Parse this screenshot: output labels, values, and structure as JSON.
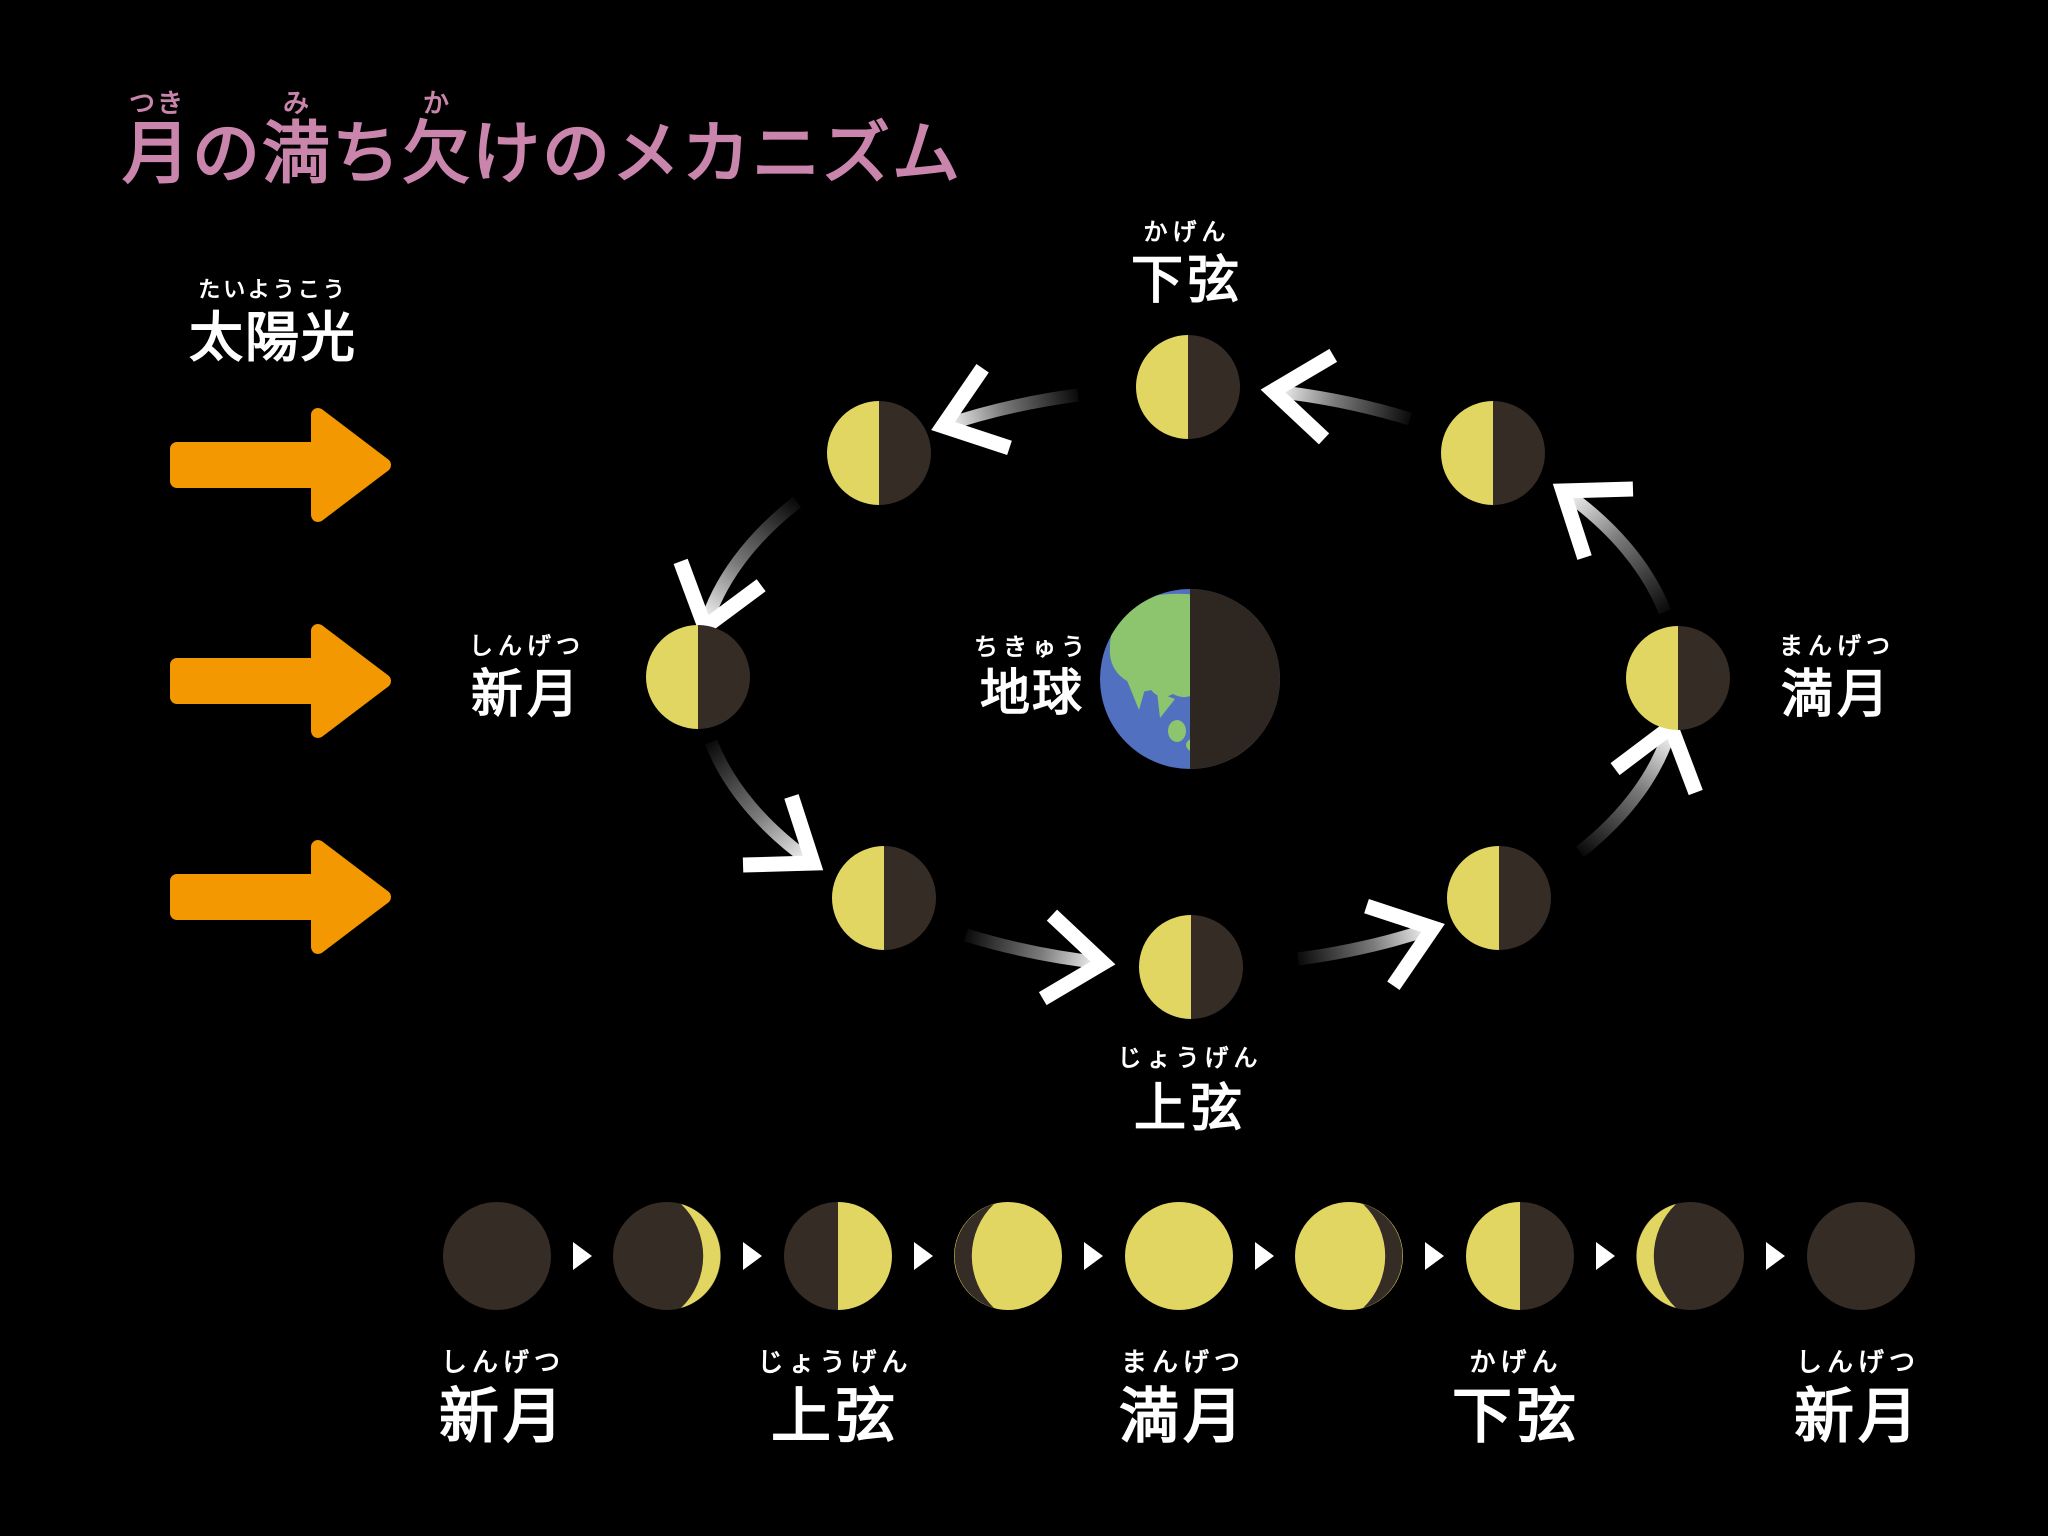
{
  "title": {
    "text": "月の満ち欠けのメカニズム",
    "furigana": [
      {
        "text": "つき",
        "over": "月"
      },
      {
        "text": "み",
        "over": "満"
      },
      {
        "text": "か",
        "over": "欠"
      }
    ],
    "color": "#ca85ad"
  },
  "sunlight": {
    "kanji": "太陽光",
    "furigana": "たいようこう",
    "arrow_count": 3,
    "arrow_color": "#f39800",
    "direction": "right"
  },
  "earth": {
    "kanji": "地球",
    "furigana": "ちきゅう",
    "land_color": "#8dc46e",
    "ocean_color": "#5170c0",
    "shadow_color": "#2e2620"
  },
  "orbit": {
    "moon_count": 8,
    "direction": "counterclockwise",
    "lit_side": "left (toward sun)",
    "labels": {
      "top": {
        "kanji": "下弦",
        "furigana": "かげん"
      },
      "left": {
        "kanji": "新月",
        "furigana": "しんげつ"
      },
      "right": {
        "kanji": "満月",
        "furigana": "まんげつ"
      },
      "bottom": {
        "kanji": "上弦",
        "furigana": "じょうげん"
      }
    }
  },
  "moon_colors": {
    "lit": "#e2d662",
    "dark": "#352c26"
  },
  "phase_row": {
    "phases": [
      "new-moon",
      "waxing-crescent",
      "first-quarter",
      "waxing-gibbous",
      "full-moon",
      "waning-gibbous",
      "last-quarter",
      "waning-crescent",
      "new-moon"
    ],
    "separator_icon": "right-triangle",
    "labels": [
      {
        "kanji": "新月",
        "furigana": "しんげつ",
        "under_phase": 1
      },
      {
        "kanji": "上弦",
        "furigana": "じょうげん",
        "under_phase": 3
      },
      {
        "kanji": "満月",
        "furigana": "まんげつ",
        "under_phase": 5
      },
      {
        "kanji": "下弦",
        "furigana": "かげん",
        "under_phase": 7
      },
      {
        "kanji": "新月",
        "furigana": "しんげつ",
        "under_phase": 9
      }
    ]
  },
  "colors": {
    "background": "#000000",
    "text": "#ffffff",
    "title": "#ca85ad",
    "sun_arrow": "#f39800",
    "orbit_arrow_head": "#ffffff"
  }
}
